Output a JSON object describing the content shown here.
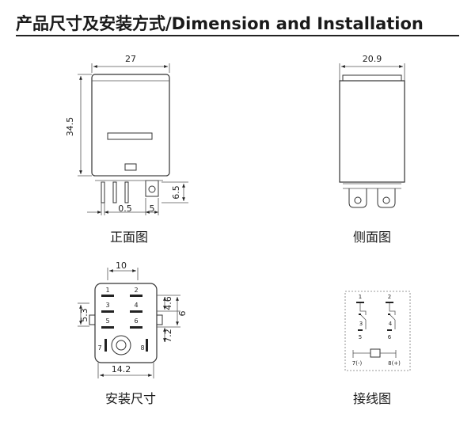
{
  "header": {
    "title": "产品尺寸及安装方式/Dimension and  Installation"
  },
  "front": {
    "caption": "正面图",
    "width": "27",
    "height": "34.5",
    "pin_len": "6.5",
    "pin_w": "0.5",
    "pin_gap": "5"
  },
  "side": {
    "caption": "侧面图",
    "width": "20.9"
  },
  "mount": {
    "caption": "安装尺寸",
    "d10": "10",
    "d46": "4.6",
    "d6": "6",
    "d53": "5.3",
    "d72": "7.2",
    "d142": "14.2",
    "pins": [
      "1",
      "2",
      "3",
      "4",
      "5",
      "6",
      "7",
      "8"
    ]
  },
  "wiring": {
    "caption": "接线图",
    "pins": [
      "1",
      "2",
      "3",
      "4",
      "5",
      "6",
      "7(-)",
      "8(+)"
    ]
  }
}
